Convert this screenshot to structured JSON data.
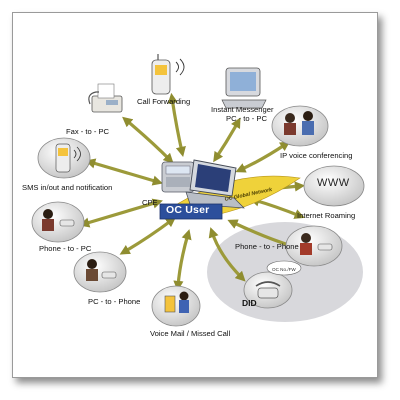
{
  "center": {
    "title": "OC User",
    "network_label": "OC Global Network",
    "cpe_label": "CPE"
  },
  "services": {
    "fax_to_pc": "Fax - to - PC",
    "call_forwarding": "Call Forwarding",
    "instant_messenger": "Instant Messenger",
    "instant_messenger_sub": "PC - to - PC",
    "ip_voice_conferencing": "IP voice conferencing",
    "www": "WWW",
    "internet_roaming": "Internet Roaming",
    "phone_to_phone": "Phone - to - Phone",
    "did": "DID",
    "oc_no_fw": "OC No./FW",
    "voice_mail": "Voice Mail / Missed Call",
    "pc_to_phone": "PC - to - Phone",
    "phone_to_pc": "Phone - to - PC",
    "sms": "SMS in/out and notification"
  },
  "colors": {
    "arrow": "#9c9a3a",
    "arrow_edge": "#6e6c22",
    "center_box": "#2c4f9c",
    "network_band": "#efd23a",
    "roaming_zone": "#d8d8dc"
  }
}
